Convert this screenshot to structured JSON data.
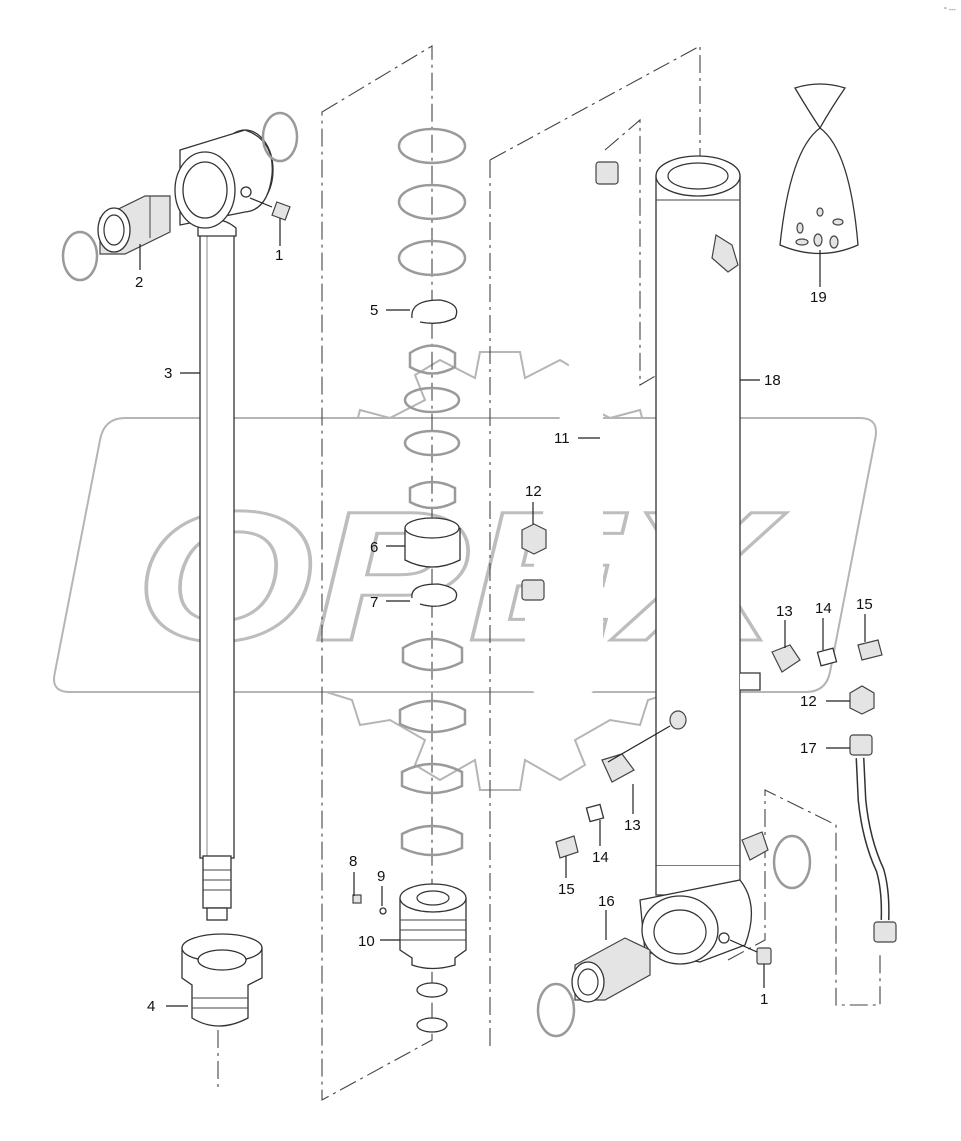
{
  "corner_mark": "° ---",
  "watermark": {
    "text": "OPEX"
  },
  "labels": {
    "p1a": "1",
    "p1b": "1",
    "p2": "2",
    "p3": "3",
    "p4": "4",
    "p5": "5",
    "p6": "6",
    "p7": "7",
    "p8": "8",
    "p9": "9",
    "p10": "10",
    "p11": "11",
    "p12a": "12",
    "p12b": "12",
    "p13a": "13",
    "p13b": "13",
    "p14a": "14",
    "p14b": "14",
    "p15a": "15",
    "p15b": "15",
    "p16": "16",
    "p17": "17",
    "p18": "18",
    "p19": "19"
  }
}
